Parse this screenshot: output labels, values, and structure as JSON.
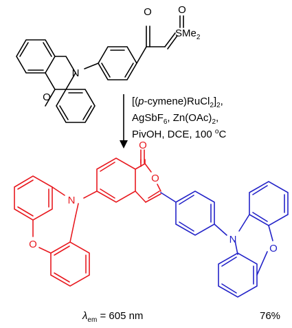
{
  "reagents": {
    "line1_open": "[(",
    "line1_italic": "p",
    "line1_rest": "-cymene)RuCl",
    "line1_sub": "2",
    "line1_close": "]",
    "line1_sub2": "2",
    "line1_end": ",",
    "line2_a": "AgSbF",
    "line2_sub": "6",
    "line2_b": ", Zn(OAc)",
    "line2_sub2": "2",
    "line2_end": ",",
    "line3_a": "PivOH, DCE, 100 ",
    "line3_sup": "o",
    "line3_b": "C"
  },
  "atoms": {
    "start_N": "N",
    "start_O": "O",
    "keto_O": "O",
    "sulfoxide_O": "O",
    "sulfur": "SMe",
    "sulfur_sub": "2",
    "red_N": "N",
    "red_O": "O",
    "lactone_carbonyl_O": "O",
    "ring_O": "O",
    "blue_N": "N",
    "blue_O": "O"
  },
  "footer": {
    "lambda_symbol": "λ",
    "lambda_sub": "em",
    "lambda_value": " = 605 nm",
    "yield": "76%"
  },
  "colors": {
    "black": "#000000",
    "red": "#e8191f",
    "blue": "#2323c8"
  }
}
